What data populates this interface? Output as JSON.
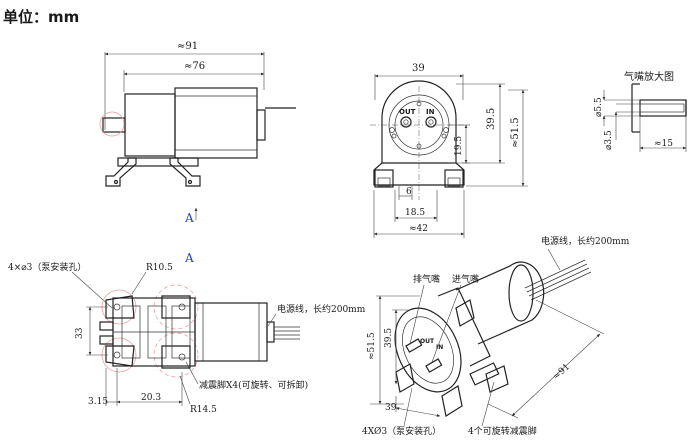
{
  "header": {
    "unit_label": "单位：mm"
  },
  "view_front": {
    "dim_overall": "≈91",
    "dim_body": "≈76"
  },
  "section_marker": "A",
  "view_side": {
    "dim_width": "39",
    "dim_height": "39.5",
    "dim_total_height": "≈51.5",
    "dim_port_offset": "19.5",
    "dim_6": "6",
    "dim_18_5": "18.5",
    "dim_base": "≈42",
    "port_out": "OUT",
    "port_in": "IN"
  },
  "nozzle_view": {
    "title": "气嘴放大图",
    "dim_outer": "⌀5.5",
    "dim_inner": "⌀3.5",
    "dim_length": "≈15"
  },
  "view_bottom": {
    "mount_holes": "4×⌀3（泵安装孔）",
    "radius_10_5": "R10.5",
    "power_line": "电源线，长约200mm",
    "dim_33": "33",
    "dim_3_15": "3.15",
    "dim_20_3": "20.3",
    "radius_14_5": "R14.5",
    "shock_feet": "减震脚X4(可旋转、可拆卸)"
  },
  "view_iso": {
    "power_line": "电源线，长约200mm",
    "exhaust_nozzle": "排气嘴",
    "intake_nozzle": "进气嘴",
    "dim_51_5": "≈51.5",
    "dim_39_5": "39.5",
    "dim_91": "≈91",
    "dim_39": "39",
    "mount_holes": "4XØ3（泵安装孔）",
    "rotating_feet": "4个可旋转减震脚"
  }
}
